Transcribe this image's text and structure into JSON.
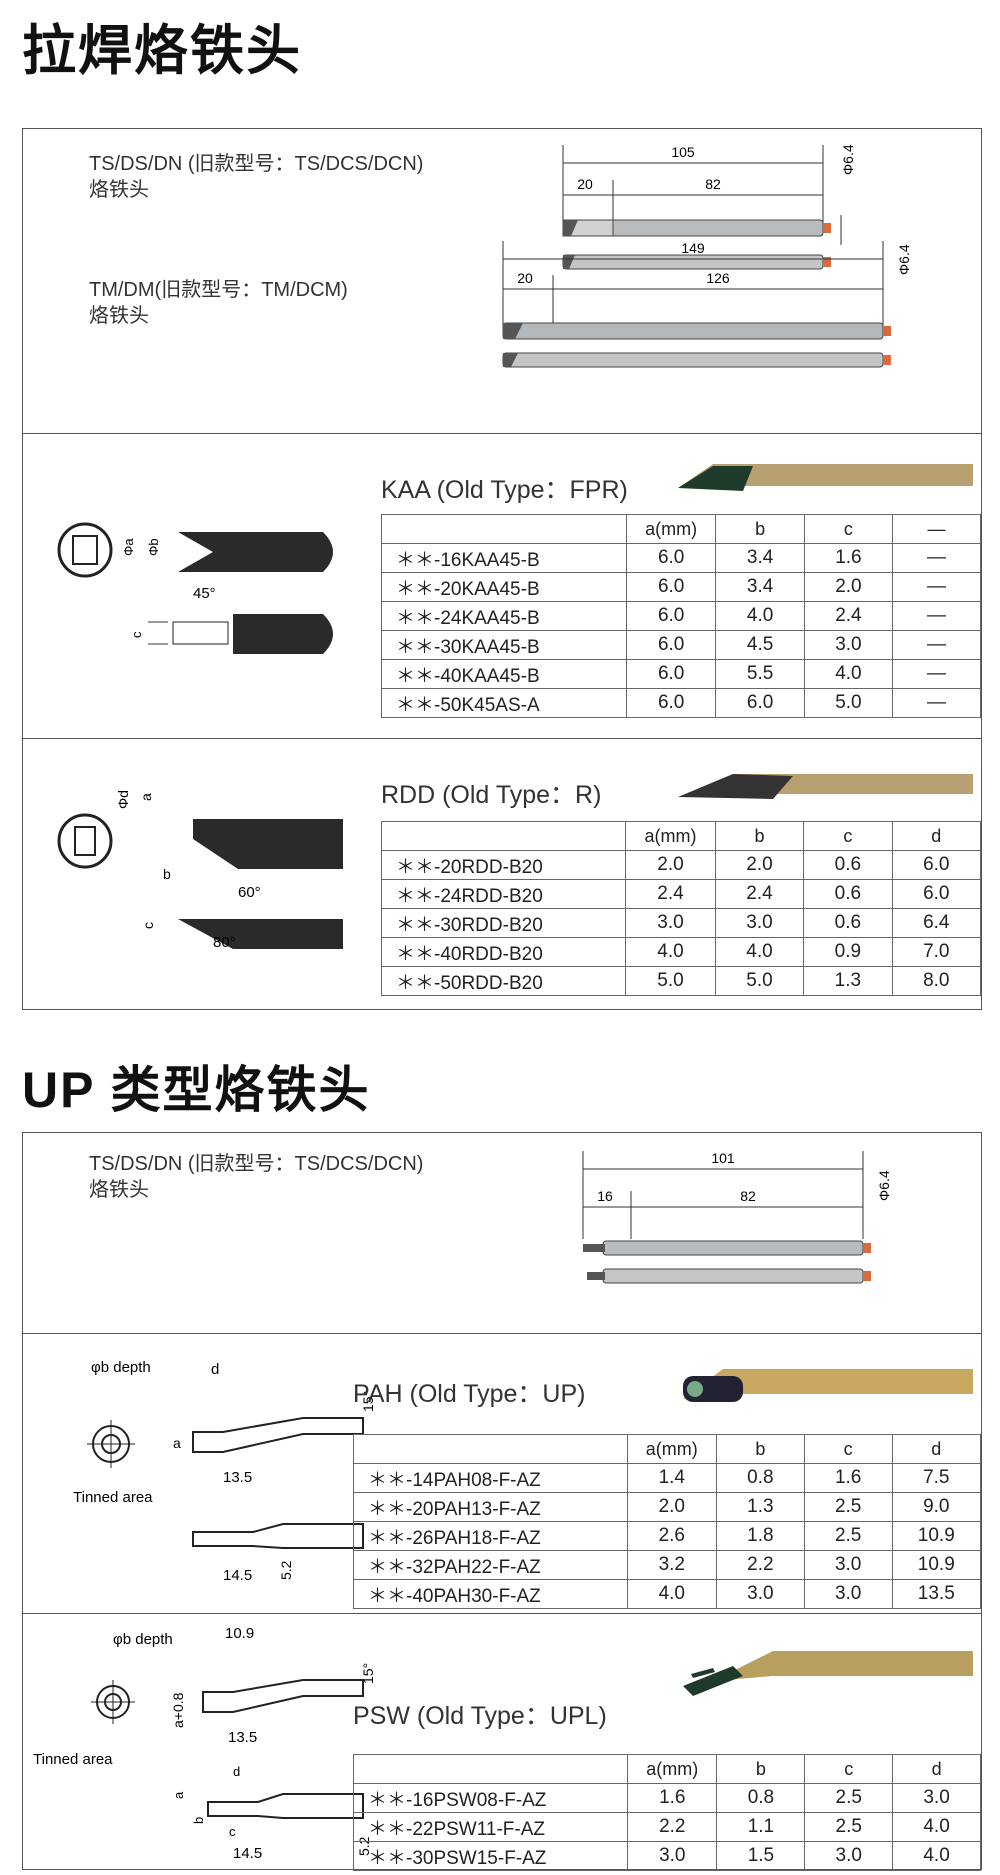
{
  "section1_title": "拉焊烙铁头",
  "section2_title": "UP 类型烙铁头",
  "tip_ts_dn": {
    "label_line1": "TS/DS/DN (旧款型号：TS/DCS/DCN)",
    "label_line2": "烙铁头",
    "dims": [
      "105",
      "20",
      "82",
      "Φ6.4"
    ]
  },
  "tip_tm_dm": {
    "label_line1": "TM/DM(旧款型号：TM/DCM)",
    "label_line2": "烙铁头",
    "dims": [
      "149",
      "20",
      "126",
      "Φ6.4"
    ]
  },
  "kaa": {
    "title": "KAA (Old Type：FPR)",
    "diagram_labels": [
      "Φa",
      "Φb",
      "45°",
      "c"
    ],
    "headers": [
      "a(mm)",
      "b",
      "c",
      "—"
    ],
    "rows": [
      [
        "＊＊-16KAA45-B",
        "6.0",
        "3.4",
        "1.6",
        "—"
      ],
      [
        "＊＊-20KAA45-B",
        "6.0",
        "3.4",
        "2.0",
        "—"
      ],
      [
        "＊＊-24KAA45-B",
        "6.0",
        "4.0",
        "2.4",
        "—"
      ],
      [
        "＊＊-30KAA45-B",
        "6.0",
        "4.5",
        "3.0",
        "—"
      ],
      [
        "＊＊-40KAA45-B",
        "6.0",
        "5.5",
        "4.0",
        "—"
      ],
      [
        "＊＊-50K45AS-A",
        "6.0",
        "6.0",
        "5.0",
        "—"
      ]
    ]
  },
  "rdd": {
    "title": "RDD (Old Type：R)",
    "diagram_labels": [
      "Φd",
      "a",
      "b",
      "60°",
      "c",
      "80°"
    ],
    "headers": [
      "a(mm)",
      "b",
      "c",
      "d"
    ],
    "rows": [
      [
        "＊＊-20RDD-B20",
        "2.0",
        "2.0",
        "0.6",
        "6.0"
      ],
      [
        "＊＊-24RDD-B20",
        "2.4",
        "2.4",
        "0.6",
        "6.0"
      ],
      [
        "＊＊-30RDD-B20",
        "3.0",
        "3.0",
        "0.6",
        "6.4"
      ],
      [
        "＊＊-40RDD-B20",
        "4.0",
        "4.0",
        "0.9",
        "7.0"
      ],
      [
        "＊＊-50RDD-B20",
        "5.0",
        "5.0",
        "1.3",
        "8.0"
      ]
    ]
  },
  "tip_up_ts": {
    "label_line1": "TS/DS/DN (旧款型号：TS/DCS/DCN)",
    "label_line2": "烙铁头",
    "dims": [
      "101",
      "16",
      "82",
      "Φ6.4"
    ]
  },
  "pah": {
    "title": "PAH (Old Type：UP)",
    "diagram_labels": [
      "φb depth",
      "d",
      "a",
      "15°",
      "13.5",
      "Tinned area",
      "14.5",
      "5.2"
    ],
    "headers": [
      "a(mm)",
      "b",
      "c",
      "d"
    ],
    "rows": [
      [
        "＊＊-14PAH08-F-AZ",
        "1.4",
        "0.8",
        "1.6",
        "7.5"
      ],
      [
        "＊＊-20PAH13-F-AZ",
        "2.0",
        "1.3",
        "2.5",
        "9.0"
      ],
      [
        "＊＊-26PAH18-F-AZ",
        "2.6",
        "1.8",
        "2.5",
        "10.9"
      ],
      [
        "＊＊-32PAH22-F-AZ",
        "3.2",
        "2.2",
        "3.0",
        "10.9"
      ],
      [
        "＊＊-40PAH30-F-AZ",
        "4.0",
        "3.0",
        "3.0",
        "13.5"
      ]
    ]
  },
  "psw": {
    "title": "PSW (Old Type：UPL)",
    "diagram_labels": [
      "φb depth",
      "10.9",
      "a+0.8",
      "15°",
      "13.5",
      "Tinned area",
      "d",
      "a",
      "b",
      "c",
      "14.5",
      "5.2"
    ],
    "headers": [
      "a(mm)",
      "b",
      "c",
      "d"
    ],
    "rows": [
      [
        "＊＊-16PSW08-F-AZ",
        "1.6",
        "0.8",
        "2.5",
        "3.0"
      ],
      [
        "＊＊-22PSW11-F-AZ",
        "2.2",
        "1.1",
        "2.5",
        "4.0"
      ],
      [
        "＊＊-30PSW15-F-AZ",
        "3.0",
        "1.5",
        "3.0",
        "4.0"
      ]
    ]
  }
}
